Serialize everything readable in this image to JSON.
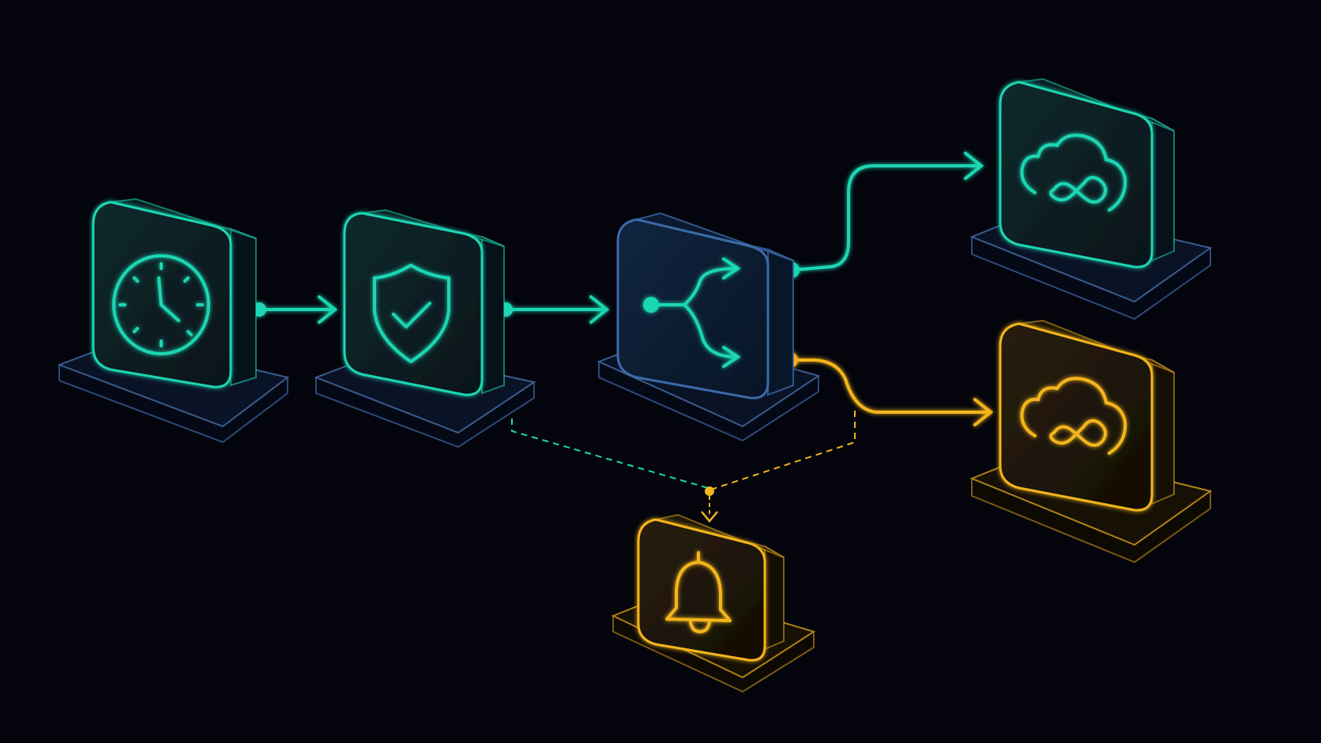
{
  "colors": {
    "background": "#03040c",
    "accent_primary": "#1fd6b4",
    "accent_secondary": "#f4b51e",
    "node_face_primary": "#0b1d24",
    "node_face_secondary": "#1a150a",
    "node_face_router": "#0d1d30",
    "base_outline": "#3b5c8c",
    "base_fill": "#070b1a"
  },
  "nodes": [
    {
      "id": "schedule",
      "icon": "clock-icon",
      "theme": "primary"
    },
    {
      "id": "validate",
      "icon": "shield-check-icon",
      "theme": "primary"
    },
    {
      "id": "router",
      "icon": "branch-split-icon",
      "theme": "router"
    },
    {
      "id": "deploy-primary",
      "icon": "cloud-infinity-icon",
      "theme": "primary"
    },
    {
      "id": "deploy-secondary",
      "icon": "cloud-infinity-icon",
      "theme": "secondary"
    },
    {
      "id": "notify",
      "icon": "bell-icon",
      "theme": "secondary"
    }
  ],
  "edges": [
    {
      "from": "schedule",
      "to": "validate",
      "style": "solid",
      "color": "primary"
    },
    {
      "from": "validate",
      "to": "router",
      "style": "solid",
      "color": "primary"
    },
    {
      "from": "router",
      "to": "deploy-primary",
      "style": "solid",
      "color": "primary"
    },
    {
      "from": "router",
      "to": "deploy-secondary",
      "style": "solid",
      "color": "secondary"
    },
    {
      "from": "validate",
      "to": "notify",
      "style": "dashed",
      "color": "primary"
    },
    {
      "from": "router",
      "to": "notify",
      "style": "dashed",
      "color": "secondary"
    }
  ]
}
